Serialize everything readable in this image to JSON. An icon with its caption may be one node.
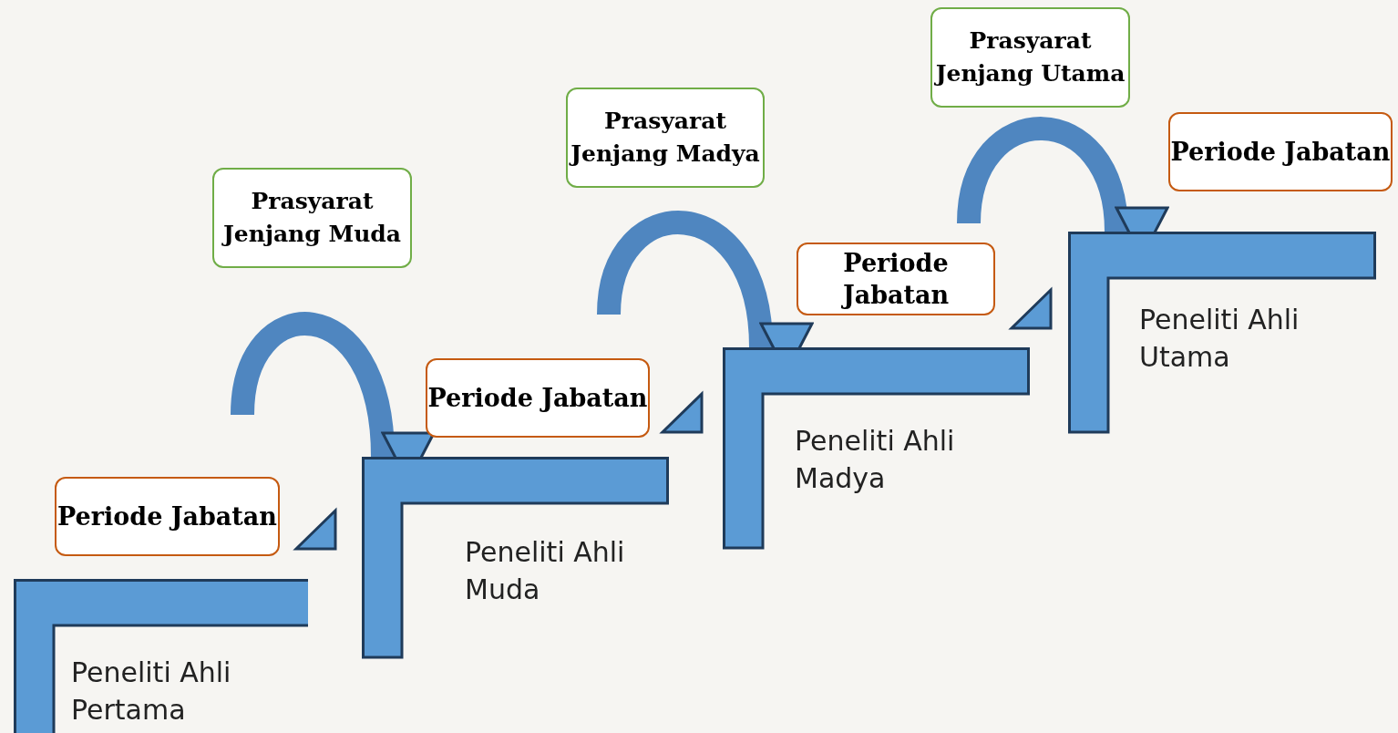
{
  "diagram": {
    "nodes": [
      {
        "text": [
          "Periode Jabatan"
        ]
      },
      {
        "text": [
          "Peneliti Ahli Pertama"
        ]
      },
      {
        "text": [
          "Prasyarat Jenjang Muda"
        ]
      },
      {
        "text": [
          "Periode Jabatan"
        ]
      },
      {
        "text": [
          "Peneliti Ahli Muda"
        ]
      },
      {
        "text": [
          "Prasyarat Jenjang Madya"
        ]
      },
      {
        "text": [
          "Periode Jabatan"
        ]
      },
      {
        "text": [
          "Peneliti Ahli Madya"
        ]
      },
      {
        "text": [
          "Prasyarat Jenjang Utama"
        ]
      },
      {
        "text": [
          "Periode Jabatan"
        ]
      },
      {
        "text": [
          "Peneliti Ahli Utama"
        ]
      }
    ],
    "edges": [
      {
        "from": null,
        "to": 4,
        "arrow": "to"
      },
      {
        "from": null,
        "to": 7,
        "arrow": "to"
      },
      {
        "from": null,
        "to": 10,
        "arrow": "to"
      }
    ]
  }
}
